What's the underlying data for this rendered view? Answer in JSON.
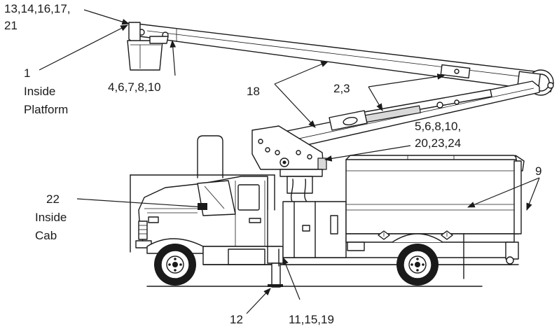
{
  "callouts": {
    "c1_line1": "13,14,16,17,",
    "c1_line2": "21",
    "c2_line1": "1",
    "c2_line2": "Inside",
    "c2_line3": "Platform",
    "c3": "4,6,7,8,10",
    "c4": "18",
    "c5": "2,3",
    "c6_line1": "5,6,8,10,",
    "c6_line2": "20,23,24",
    "c7": "9",
    "c8_line1": "22",
    "c8_line2": "Inside",
    "c8_line3": "Cab",
    "c9": "12",
    "c10": "11,15,19"
  }
}
